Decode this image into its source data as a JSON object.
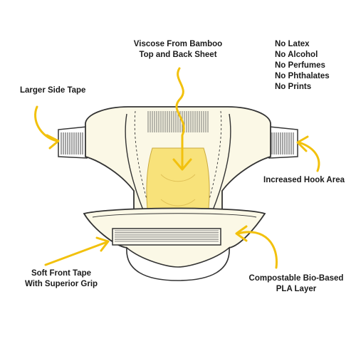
{
  "colors": {
    "outline": "#333333",
    "diaper_fill": "#fbf8e6",
    "absorbent_core": "#f8e27a",
    "arrow": "#f2c10d",
    "text": "#1a1a1a"
  },
  "labels": {
    "viscose": [
      "Viscose From Bamboo",
      "Top and Back Sheet"
    ],
    "free_of": [
      "No Latex",
      "No Alcohol",
      "No Perfumes",
      "No Phthalates",
      "No Prints"
    ],
    "side_tape": "Larger Side Tape",
    "hook_area": "Increased Hook Area",
    "front_tape": [
      "Soft Front Tape",
      "With Superior Grip"
    ],
    "pla_layer": [
      "Compostable Bio-Based",
      "PLA Layer"
    ]
  }
}
